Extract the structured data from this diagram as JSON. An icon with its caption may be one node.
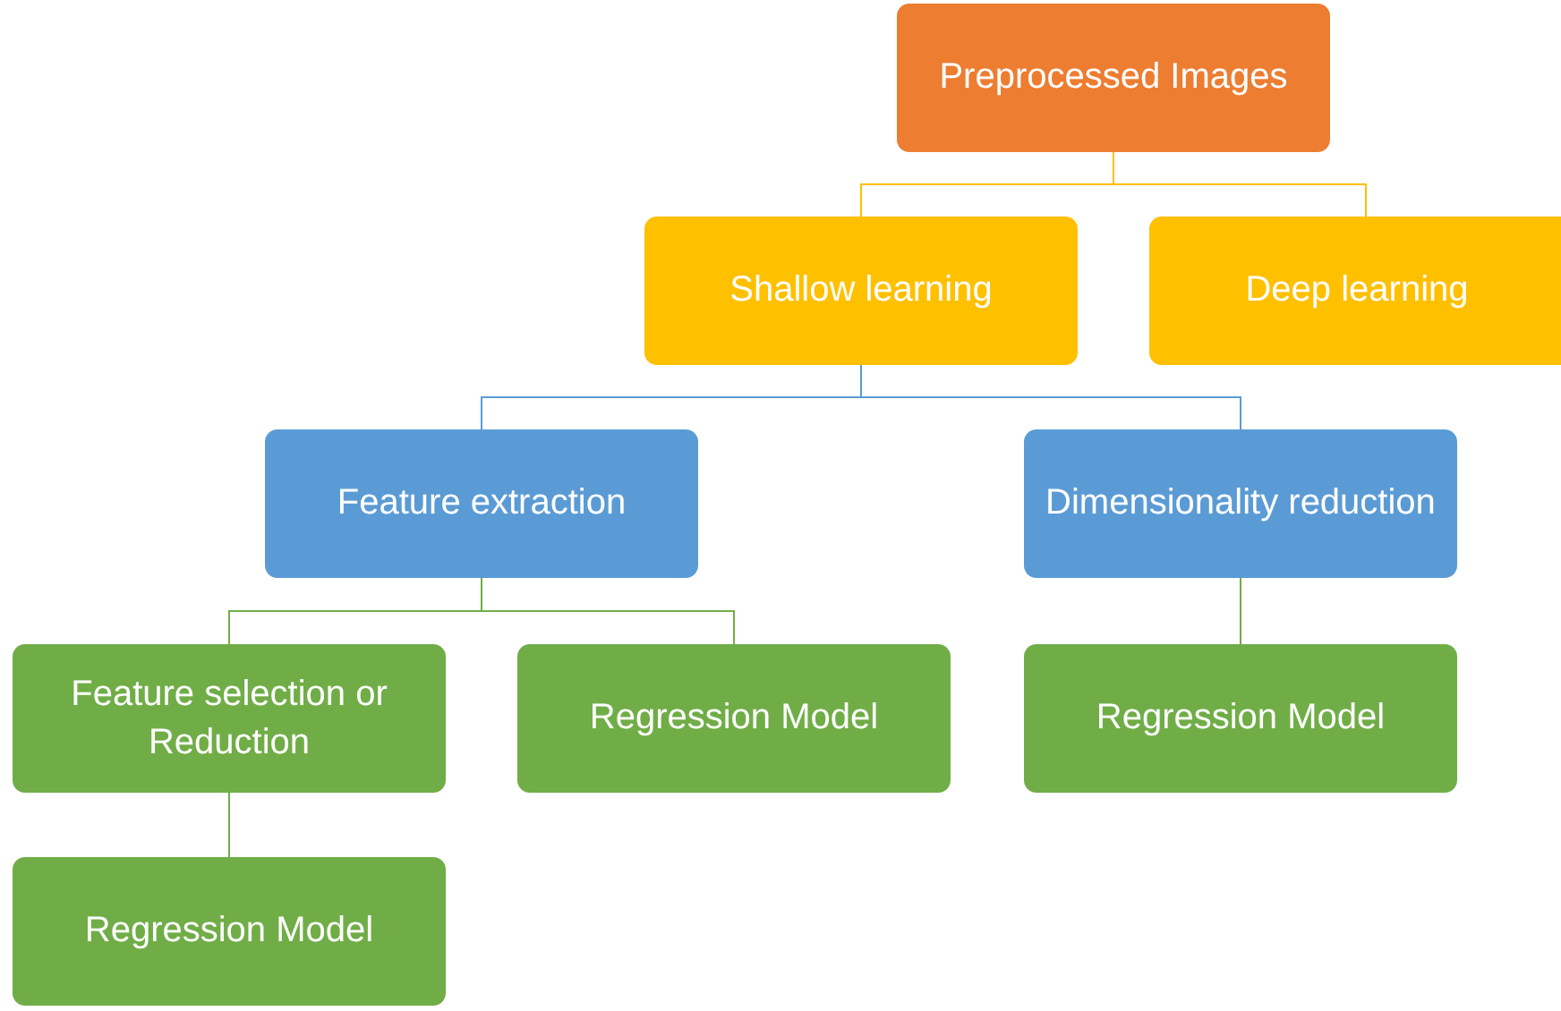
{
  "diagram": {
    "nodes": [
      {
        "text": [
          "Preprocessed Images"
        ]
      },
      {
        "text": [
          "Shallow learning"
        ]
      },
      {
        "text": [
          "Deep learning"
        ]
      },
      {
        "text": [
          "Feature extraction"
        ]
      },
      {
        "text": [
          "Dimensionality reduction"
        ]
      },
      {
        "text": [
          "Feature selection or Reduction"
        ]
      },
      {
        "text": [
          "Regression Model"
        ]
      },
      {
        "text": [
          "Regression Model"
        ]
      },
      {
        "text": [
          "Regression Model"
        ]
      }
    ],
    "edges": [
      {
        "from": 0,
        "to": 1,
        "arrow": "none",
        "color": "#ffc000"
      },
      {
        "from": 0,
        "to": 2,
        "arrow": "none",
        "color": "#ffc000"
      },
      {
        "from": 1,
        "to": 3,
        "arrow": "none",
        "color": "#5b9bd5"
      },
      {
        "from": 1,
        "to": 4,
        "arrow": "none",
        "color": "#5b9bd5"
      },
      {
        "from": 3,
        "to": 5,
        "arrow": "none"
      },
      {
        "from": 3,
        "to": 6,
        "arrow": "none"
      },
      {
        "from": 4,
        "to": 7,
        "arrow": "none"
      },
      {
        "from": 5,
        "to": 8,
        "arrow": "none"
      }
    ]
  }
}
